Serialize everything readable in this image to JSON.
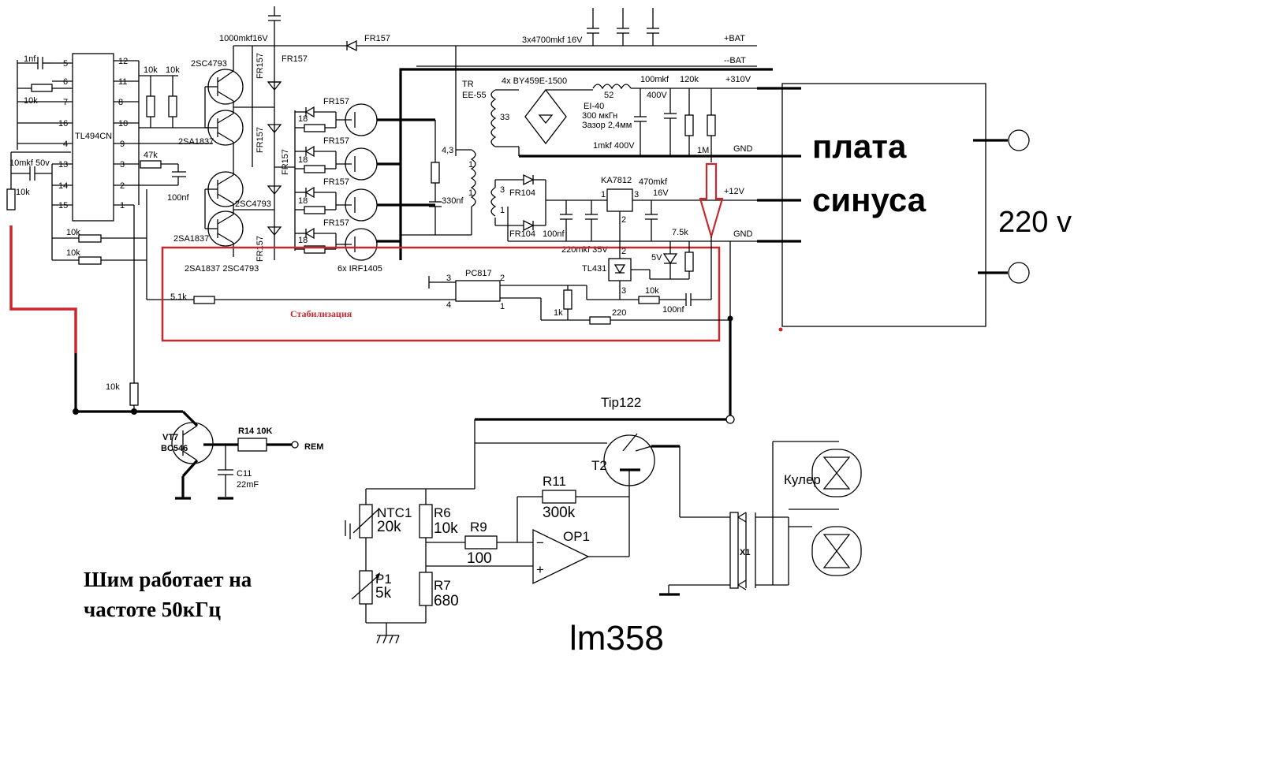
{
  "ic": {
    "name": "TL494CN",
    "pins_left": [
      "5",
      "6",
      "7",
      "16",
      "4",
      "13",
      "14",
      "15"
    ],
    "pins_right": [
      "12",
      "11",
      "8",
      "10",
      "9",
      "3",
      "2",
      "1"
    ]
  },
  "labels": {
    "c_1nf": "1nf",
    "r_10k_a": "10k",
    "c_10mkf": "10mkf 50v",
    "r_10k_b": "10k",
    "r_10k_c": "10k",
    "r_10k_d": "10k",
    "r_10k_e": "10k",
    "r_10k_f": "10k",
    "r_47k": "47k",
    "c_100nf_a": "100nf",
    "q_2sc_a": "2SC4793",
    "q_2sa_a": "2SA1837",
    "q_2sc_b": "2SC4793",
    "q_2sa_b": "2SA1837",
    "q_bot": "2SA1837  2SC4793",
    "c_1000": "1000mkf16V",
    "fr157_top": "FR157",
    "fr157_a": "FR157",
    "fr157_b": "FR157",
    "fr157_c": "FR157",
    "fr157_d": "FR157",
    "fr157_g1": "FR157",
    "fr157_g2": "FR157",
    "fr157_g3": "FR157",
    "fr157_g4": "FR157",
    "r18_1": "18",
    "r18_2": "18",
    "r18_3": "18",
    "r18_4": "18",
    "mosfet": "6x IRF1405",
    "c_4700": "3x4700mkf 16V",
    "bat_p": "+BAT",
    "bat_n": "--BAT",
    "tr": "TR",
    "tr_core": "EE-55",
    "tr_33": "33",
    "tr_1a": "1",
    "tr_1b": "1",
    "tr_3": "3",
    "tr_1c": "1",
    "r_43": "4,3",
    "c_330": "330nf",
    "bridge": "4x BY459E-1500",
    "l_52": "52",
    "l_core": "EI-40",
    "l_ind": "300 мкГн",
    "l_gap": "Зазор 2,4мм",
    "c_100mkf": "100mkf",
    "c_400v": "400V",
    "r_120k": "120k",
    "v310": "+310V",
    "c_1mkf": "1mkf 400V",
    "r_1m": "1M",
    "gnd1": "GND",
    "fr104_a": "FR104",
    "fr104_b": "FR104",
    "c_100nf_b": "100nf",
    "reg": "KA7812",
    "reg_1": "1",
    "reg_3": "3",
    "reg_2": "2",
    "c_470": "470mkf",
    "c_16v": "16V",
    "v12": "+12V",
    "r_75k": "7.5k",
    "gnd2": "GND",
    "c_220": "220mkf 35V",
    "opto": "PC817",
    "opto_3": "3",
    "opto_2": "2",
    "opto_4": "4",
    "opto_1": "1",
    "r_51k": "5.1k",
    "stab": "Стабилизация",
    "tl431": "TL431",
    "tl_2": "2",
    "tl_3": "3",
    "z5v": "5V",
    "r_10k_g": "10k",
    "c_100nf_c": "100nf",
    "r_1k": "1k",
    "r_220": "220",
    "r_10k_h": "10k",
    "vt7": "VT7",
    "bc546": "BC546",
    "r14": "R14 10K",
    "rem": "REM",
    "c11": "C11",
    "c11v": "22mF",
    "tip": "Tip122",
    "t2": "T2",
    "ntc": "NTC1",
    "ntc_v": "20k",
    "r6": "R6",
    "r6_v": "10k",
    "r9": "R9",
    "r9_v": "100",
    "r11": "R11",
    "r11_v": "300k",
    "op1": "OP1",
    "p1": "P1",
    "p1_v": "5k",
    "r7": "R7",
    "r7_v": "680",
    "x1": "X1",
    "cooler": "Кулер",
    "lm358": "lm358",
    "pwm_1": "Шим работает на",
    "pwm_2": "частоте 50кГц",
    "sine_1": "плата",
    "sine_2": "синуса",
    "v220": "220 v",
    "op_minus": "−",
    "op_plus": "+"
  },
  "colors": {
    "highlight": "#c8282c",
    "wire": "#000000"
  }
}
